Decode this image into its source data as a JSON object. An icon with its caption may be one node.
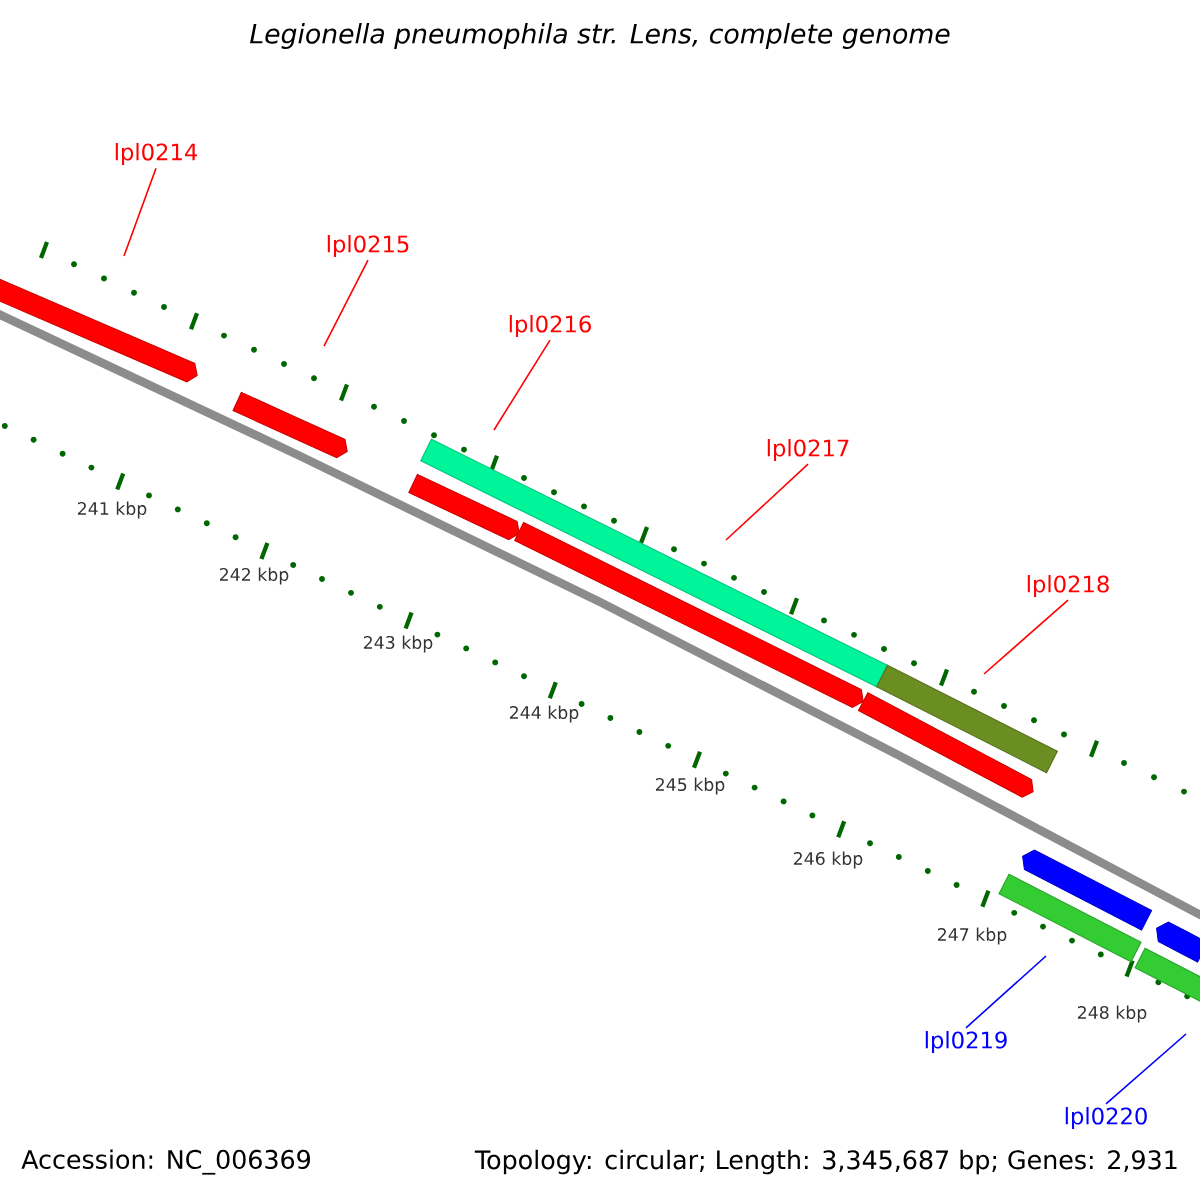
{
  "diagram": {
    "title": "Legionella pneumophila str. Lens, complete genome",
    "nodes": [
      {
        "text": [
          "lpl0214"
        ]
      },
      {
        "text": [
          "lpl0215"
        ]
      },
      {
        "text": [
          "lpl0216"
        ]
      },
      {
        "text": [
          "lpl0217"
        ]
      },
      {
        "text": [
          "lpl0218"
        ]
      },
      {
        "text": [
          "lpl0219"
        ]
      },
      {
        "text": [
          "lpl0220"
        ]
      },
      {
        "text": [],
        "shape": "bar"
      },
      {
        "text": [],
        "shape": "bar"
      },
      {
        "text": [],
        "shape": "bar"
      },
      {
        "text": [],
        "shape": "bar"
      },
      {
        "text": [],
        "shape": "bar"
      },
      {
        "text": [],
        "shape": "bar"
      },
      {
        "text": [],
        "shape": "bar"
      },
      {
        "text": [],
        "shape": "bar"
      },
      {
        "text": [],
        "shape": "bar"
      },
      {
        "text": [],
        "shape": "bar"
      },
      {
        "text": [],
        "shape": "bar"
      }
    ],
    "edges": [
      {
        "from": 0,
        "to": null,
        "arrow": "none"
      },
      {
        "from": 1,
        "to": null,
        "arrow": "none"
      },
      {
        "from": 2,
        "to": null,
        "arrow": "none"
      },
      {
        "from": 3,
        "to": null,
        "arrow": "none"
      },
      {
        "from": 4,
        "to": null,
        "arrow": "none"
      },
      {
        "from": 5,
        "to": null,
        "arrow": "none",
        "color": "#0000ff"
      },
      {
        "from": 6,
        "to": null,
        "arrow": "none",
        "color": "#0000ff"
      }
    ],
    "labels": [
      "241 kbp",
      "242 kbp",
      "243 kbp",
      "244 kbp",
      "245 kbp",
      "246 kbp",
      "247 kbp",
      "248 kbp",
      "Accession: NC_006369",
      "Topology: circular; Length: 3,345,687 bp; Genes: 2,931"
    ]
  }
}
